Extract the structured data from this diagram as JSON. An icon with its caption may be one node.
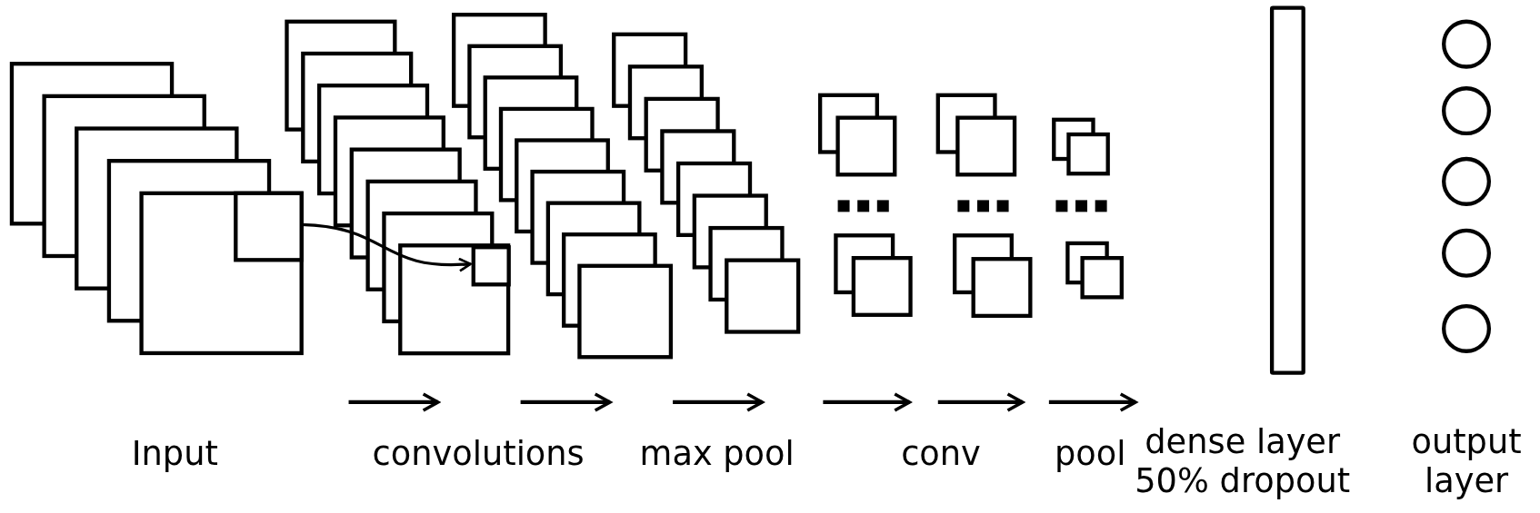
{
  "diagram": {
    "nodes": [
      {
        "text": [],
        "shape": "box"
      },
      {
        "text": [],
        "shape": "box"
      },
      {
        "text": [],
        "shape": "bar"
      }
    ],
    "edges": [
      {
        "from": 0,
        "to": 1,
        "arrow": "to"
      }
    ],
    "labels": [
      "Input",
      "convolutions",
      "max pool",
      "conv",
      "pool",
      "dense layer 50% dropout",
      "output layer"
    ]
  }
}
